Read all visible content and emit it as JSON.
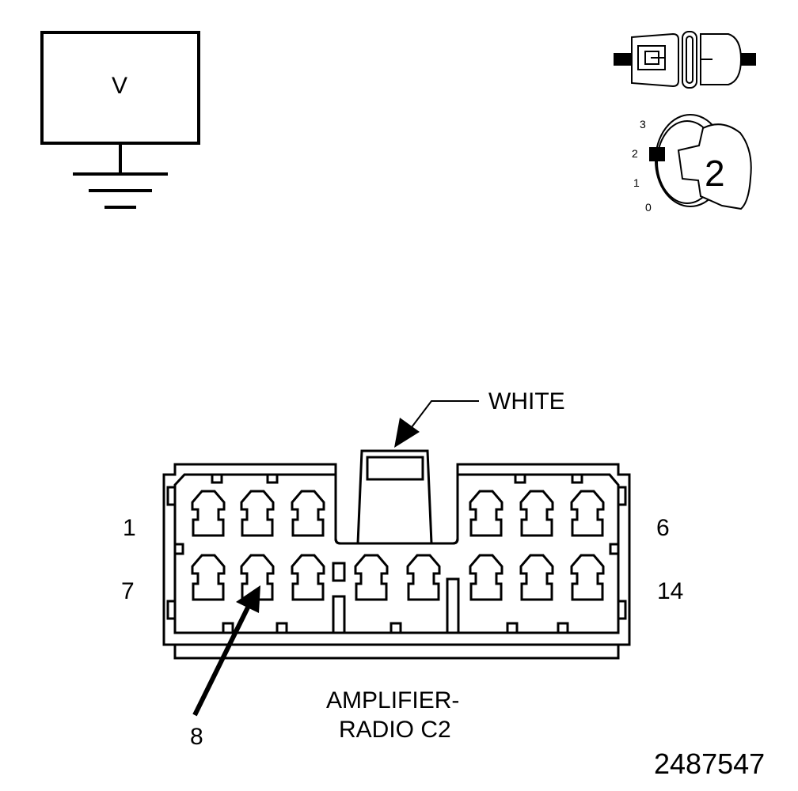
{
  "voltmeter": {
    "label": "V"
  },
  "ignition": {
    "positions": [
      "3",
      "2",
      "1",
      "0"
    ],
    "selected_position": "2",
    "key_number": "2"
  },
  "connector": {
    "color_label": "WHITE",
    "pin_labels": {
      "top_left": "1",
      "top_right": "6",
      "bottom_left": "7",
      "bottom_right": "14"
    },
    "indicated_pin": "8",
    "name_line1": "AMPLIFIER-",
    "name_line2": "RADIO C2"
  },
  "figure_number": "2487547"
}
